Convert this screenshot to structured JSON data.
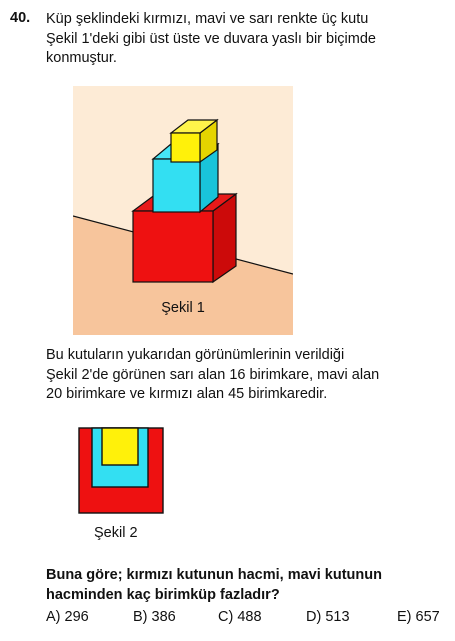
{
  "question": {
    "number": "40.",
    "intro_lines": [
      "Küp şeklindeki kırmızı, mavi ve sarı renkte üç kutu",
      "Şekil 1'deki gibi üst üste ve duvara yaslı bir biçimde",
      "konmuştur."
    ],
    "info_lines": [
      "Bu kutuların yukarıdan görünümlerinin verildiği",
      "Şekil 2'de görünen sarı alan 16 birimkare, mavi alan",
      "20 birimkare ve kırmızı alan 45 birimkaredir."
    ],
    "prompt_lines": [
      "Buna göre; kırmızı kutunun hacmi, mavi kutunun",
      "hacminden kaç birimküp fazladır?"
    ]
  },
  "figure1": {
    "caption": "Şekil 1",
    "colors": {
      "background": "#fdebd6",
      "floor": "#f7c59c",
      "red_front": "#ee1111",
      "red_top": "#e81a1a",
      "red_side": "#cc0a0a",
      "cyan_front": "#33dff2",
      "cyan_top": "#45e6f5",
      "cyan_side": "#19c4da",
      "yellow_front": "#fff10a",
      "yellow_top": "#fff44a",
      "yellow_side": "#e5d400",
      "outline": "#111111"
    }
  },
  "figure2": {
    "caption": "Şekil 2",
    "colors": {
      "red": "#ee1111",
      "cyan": "#33dff2",
      "yellow": "#fff10a",
      "outline": "#111111"
    }
  },
  "answers": [
    {
      "letter": "A)",
      "value": "296"
    },
    {
      "letter": "B)",
      "value": "386"
    },
    {
      "letter": "C)",
      "value": "488"
    },
    {
      "letter": "D)",
      "value": "513"
    },
    {
      "letter": "E)",
      "value": "657"
    }
  ]
}
